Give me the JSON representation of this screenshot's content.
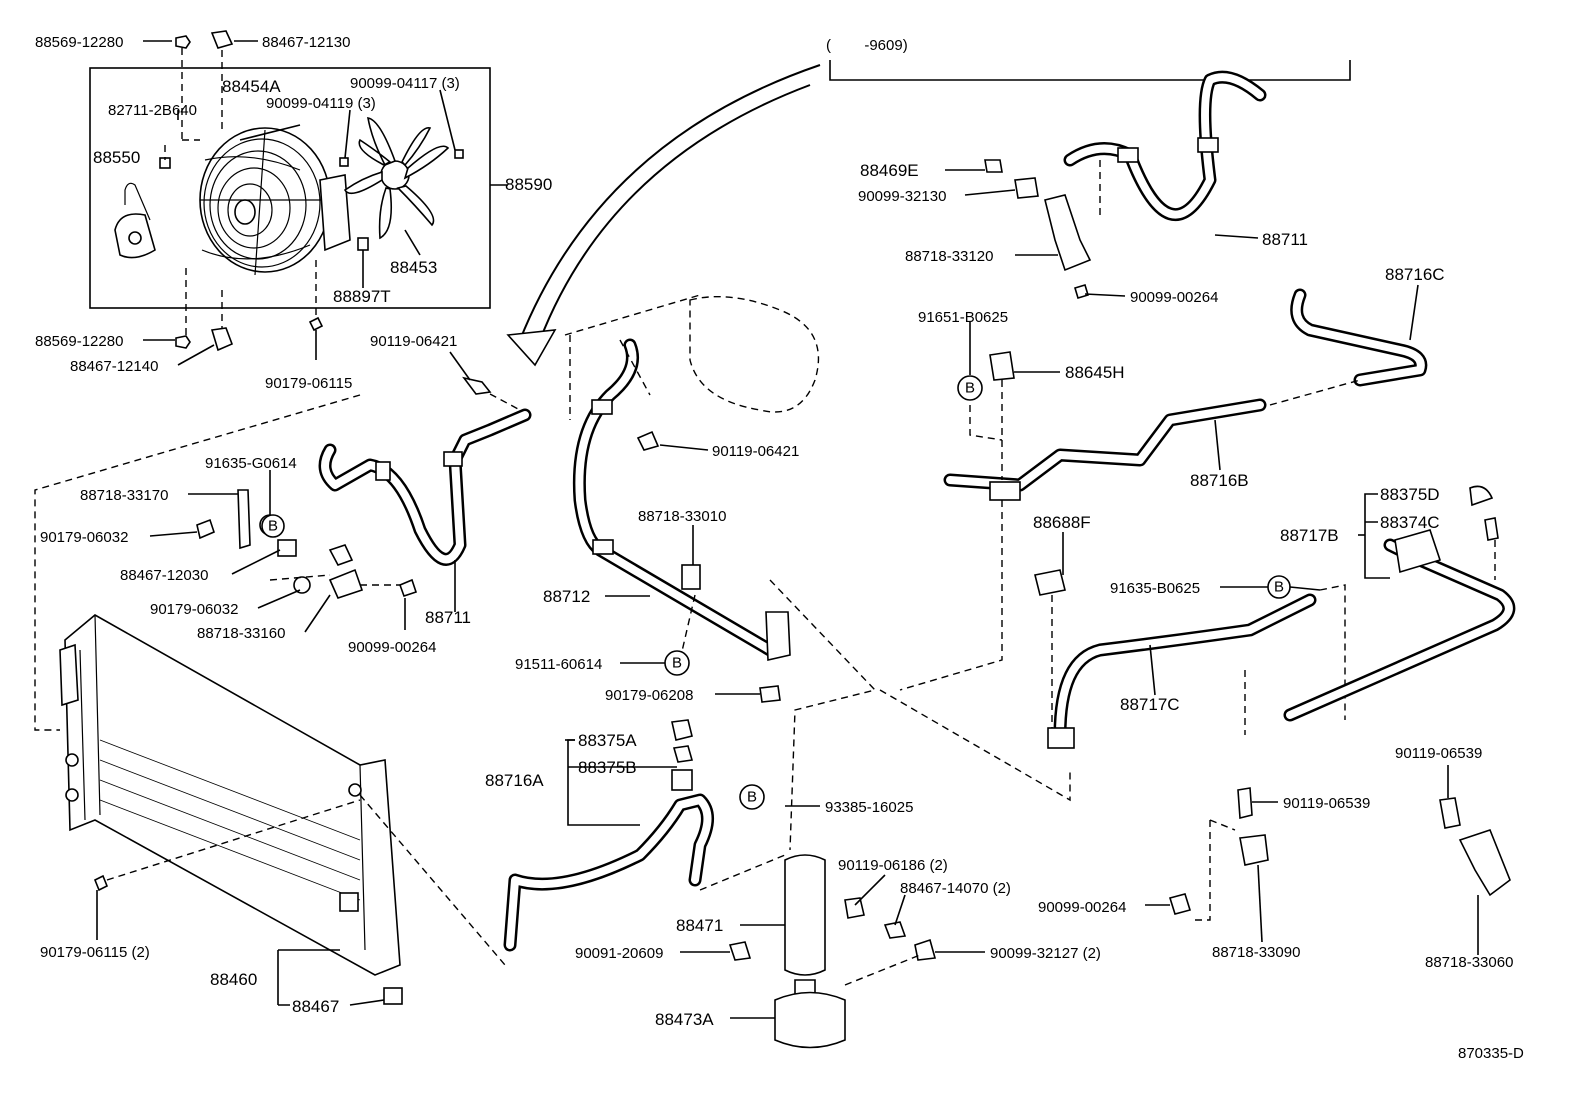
{
  "labels": {
    "p88569_12280_top": "88569-12280",
    "p88467_12130": "88467-12130",
    "p88454A": "88454A",
    "p90099_04117": "90099-04117 (3)",
    "p82711_2B640": "82711-2B640",
    "p90099_04119": "90099-04119 (3)",
    "p88550": "88550",
    "p88590": "88590",
    "p88453": "88453",
    "p88897T": "88897T",
    "p88569_12280_bot": "88569-12280",
    "p88467_12140": "88467-12140",
    "p90179_06115": "90179-06115",
    "p90119_06421_a": "90119-06421",
    "p91635_G0614": "91635-G0614",
    "p88718_33170": "88718-33170",
    "p90179_06032_a": "90179-06032",
    "p88467_12030": "88467-12030",
    "p90179_06032_b": "90179-06032",
    "p88718_33160": "88718-33160",
    "p90099_00264_a": "90099-00264",
    "p88711_left": "88711",
    "p88712": "88712",
    "p90119_06421_b": "90119-06421",
    "p88718_33010": "88718-33010",
    "p91511_60614": "91511-60614",
    "p90179_06208": "90179-06208",
    "p88375A": "88375A",
    "p88375B": "88375B",
    "p88716A": "88716A",
    "p93385_16025": "93385-16025",
    "p88471": "88471",
    "p90091_20609": "90091-20609",
    "p90119_06186": "90119-06186 (2)",
    "p88467_14070": "88467-14070 (2)",
    "p90099_32127": "90099-32127 (2)",
    "p88473A": "88473A",
    "p90179_06115_2": "90179-06115 (2)",
    "p88460": "88460",
    "p88467": "88467",
    "p9609": "(        -9609)",
    "p88469E": "88469E",
    "p90099_32130": "90099-32130",
    "p88718_33120": "88718-33120",
    "p88711_right": "88711",
    "p90099_00264_b": "90099-00264",
    "p88716C": "88716C",
    "p91651_B0625": "91651-B0625",
    "p88645H": "88645H",
    "p88716B": "88716B",
    "p88688F": "88688F",
    "p88375D": "88375D",
    "p88374C": "88374C",
    "p88717B": "88717B",
    "p91635_B0625": "91635-B0625",
    "p88717C": "88717C",
    "p90119_06539_a": "90119-06539",
    "p90119_06539_b": "90119-06539",
    "p90099_00264_c": "90099-00264",
    "p88718_33090": "88718-33090",
    "p88718_33060": "88718-33060",
    "p870335": "870335-D"
  },
  "callout_letter": "B"
}
